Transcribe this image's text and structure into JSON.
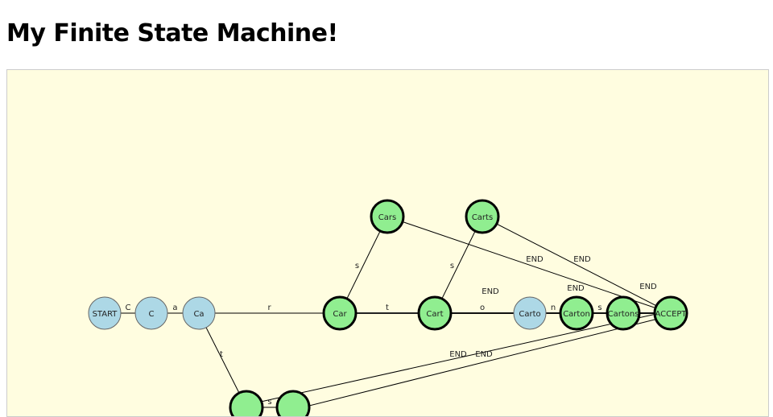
{
  "title": "My Finite State Machine!",
  "colors": {
    "start_state": "#add8e6",
    "accept_state": "#90ee90",
    "background": "#fffde0"
  },
  "nodes": [
    {
      "id": "START",
      "label": "START",
      "accepting": false
    },
    {
      "id": "C",
      "label": "C",
      "accepting": false
    },
    {
      "id": "Ca",
      "label": "Ca",
      "accepting": false
    },
    {
      "id": "Car",
      "label": "Car",
      "accepting": true
    },
    {
      "id": "Cart",
      "label": "Cart",
      "accepting": true
    },
    {
      "id": "Carto",
      "label": "Carto",
      "accepting": false
    },
    {
      "id": "Carton",
      "label": "Carton",
      "accepting": true
    },
    {
      "id": "Cartons",
      "label": "Cartons",
      "accepting": true
    },
    {
      "id": "ACCEPT",
      "label": "ACCEPT",
      "accepting": true
    },
    {
      "id": "Cars",
      "label": "Cars",
      "accepting": true
    },
    {
      "id": "Carts",
      "label": "Carts",
      "accepting": true
    },
    {
      "id": "Cat",
      "label": "",
      "accepting": true
    },
    {
      "id": "Cats",
      "label": "",
      "accepting": true
    }
  ],
  "edges": [
    {
      "from": "START",
      "to": "C",
      "label": "C"
    },
    {
      "from": "C",
      "to": "Ca",
      "label": "a"
    },
    {
      "from": "Ca",
      "to": "Car",
      "label": "r"
    },
    {
      "from": "Car",
      "to": "Cart",
      "label": "t"
    },
    {
      "from": "Cart",
      "to": "Carto",
      "label": "o"
    },
    {
      "from": "Carto",
      "to": "Carton",
      "label": "n"
    },
    {
      "from": "Carton",
      "to": "Cartons",
      "label": "s"
    },
    {
      "from": "Cartons",
      "to": "ACCEPT",
      "label": "END"
    },
    {
      "from": "Car",
      "to": "Cars",
      "label": "s"
    },
    {
      "from": "Cart",
      "to": "Carts",
      "label": "s"
    },
    {
      "from": "Cars",
      "to": "ACCEPT",
      "label": "END"
    },
    {
      "from": "Carts",
      "to": "ACCEPT",
      "label": "END"
    },
    {
      "from": "Ca",
      "to": "Cat",
      "label": "t"
    },
    {
      "from": "Cat",
      "to": "Cats",
      "label": "s"
    },
    {
      "from": "Cat",
      "to": "ACCEPT",
      "label": "END"
    },
    {
      "from": "Cats",
      "to": "ACCEPT",
      "label": "END"
    },
    {
      "from": "Cart",
      "to": "ACCEPT",
      "label": "END"
    },
    {
      "from": "Carton",
      "to": "ACCEPT",
      "label": "END"
    }
  ]
}
